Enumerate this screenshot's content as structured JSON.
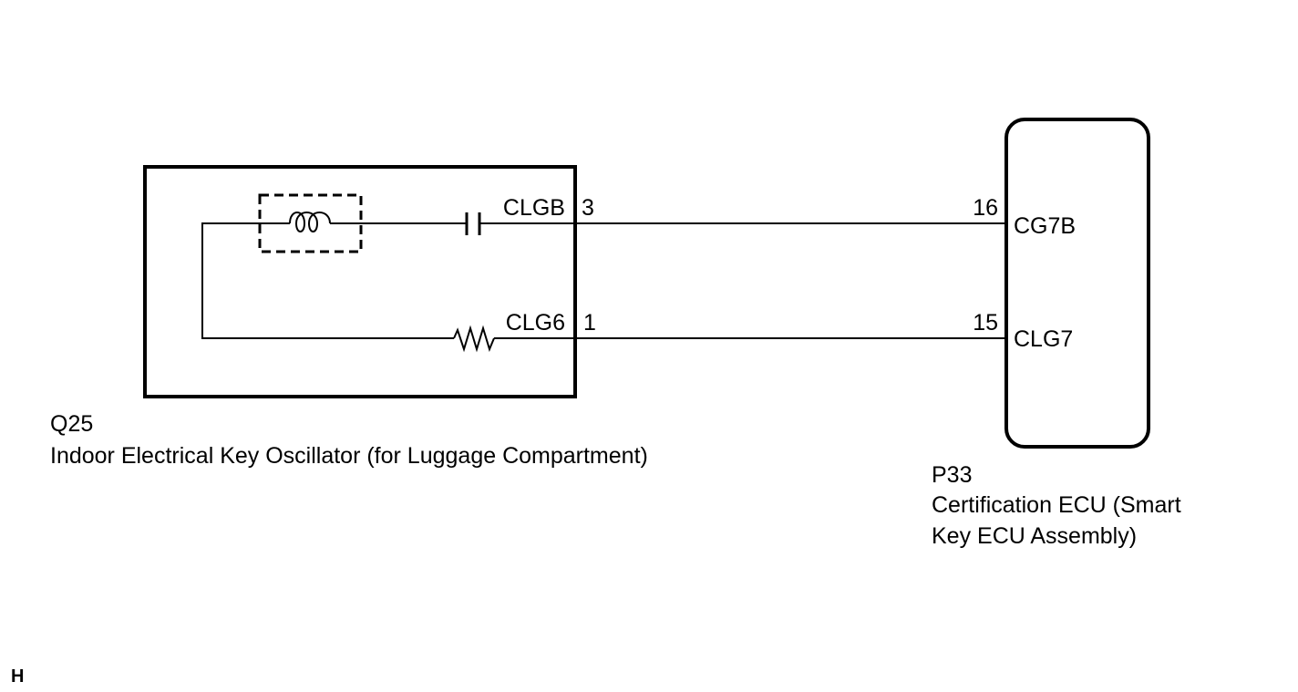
{
  "oscillator": {
    "code": "Q25",
    "name": "Indoor Electrical Key Oscillator (for Luggage Compartment)",
    "terminals": [
      {
        "signal": "CLGB",
        "pin": "3"
      },
      {
        "signal": "CLG6",
        "pin": "1"
      }
    ]
  },
  "ecu": {
    "code": "P33",
    "name_line1": "Certification ECU (Smart",
    "name_line2": "Key ECU Assembly)",
    "terminals": [
      {
        "pin": "16",
        "signal": "CG7B"
      },
      {
        "pin": "15",
        "signal": "CLG7"
      }
    ]
  },
  "corner_mark": "H"
}
